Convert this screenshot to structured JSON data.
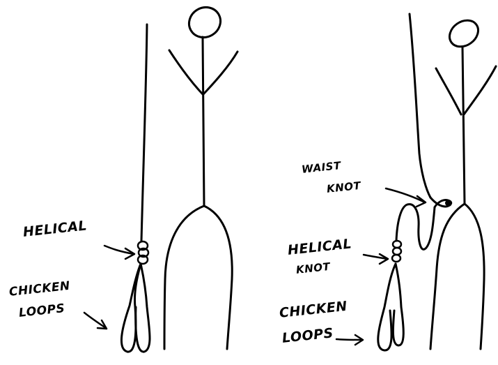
{
  "left_panel": {
    "labels": {
      "helical": "HELICAL",
      "chicken_loops_1": "CHICKEN",
      "chicken_loops_2": "LOOPS"
    }
  },
  "right_panel": {
    "labels": {
      "waist_knot_1": "WAIST",
      "waist_knot_2": "KNOT",
      "helical_knot_1": "HELICAL",
      "helical_knot_2": "KNOT",
      "chicken_loops_1": "CHICKEN",
      "chicken_loops_2": "LOOPS"
    }
  }
}
